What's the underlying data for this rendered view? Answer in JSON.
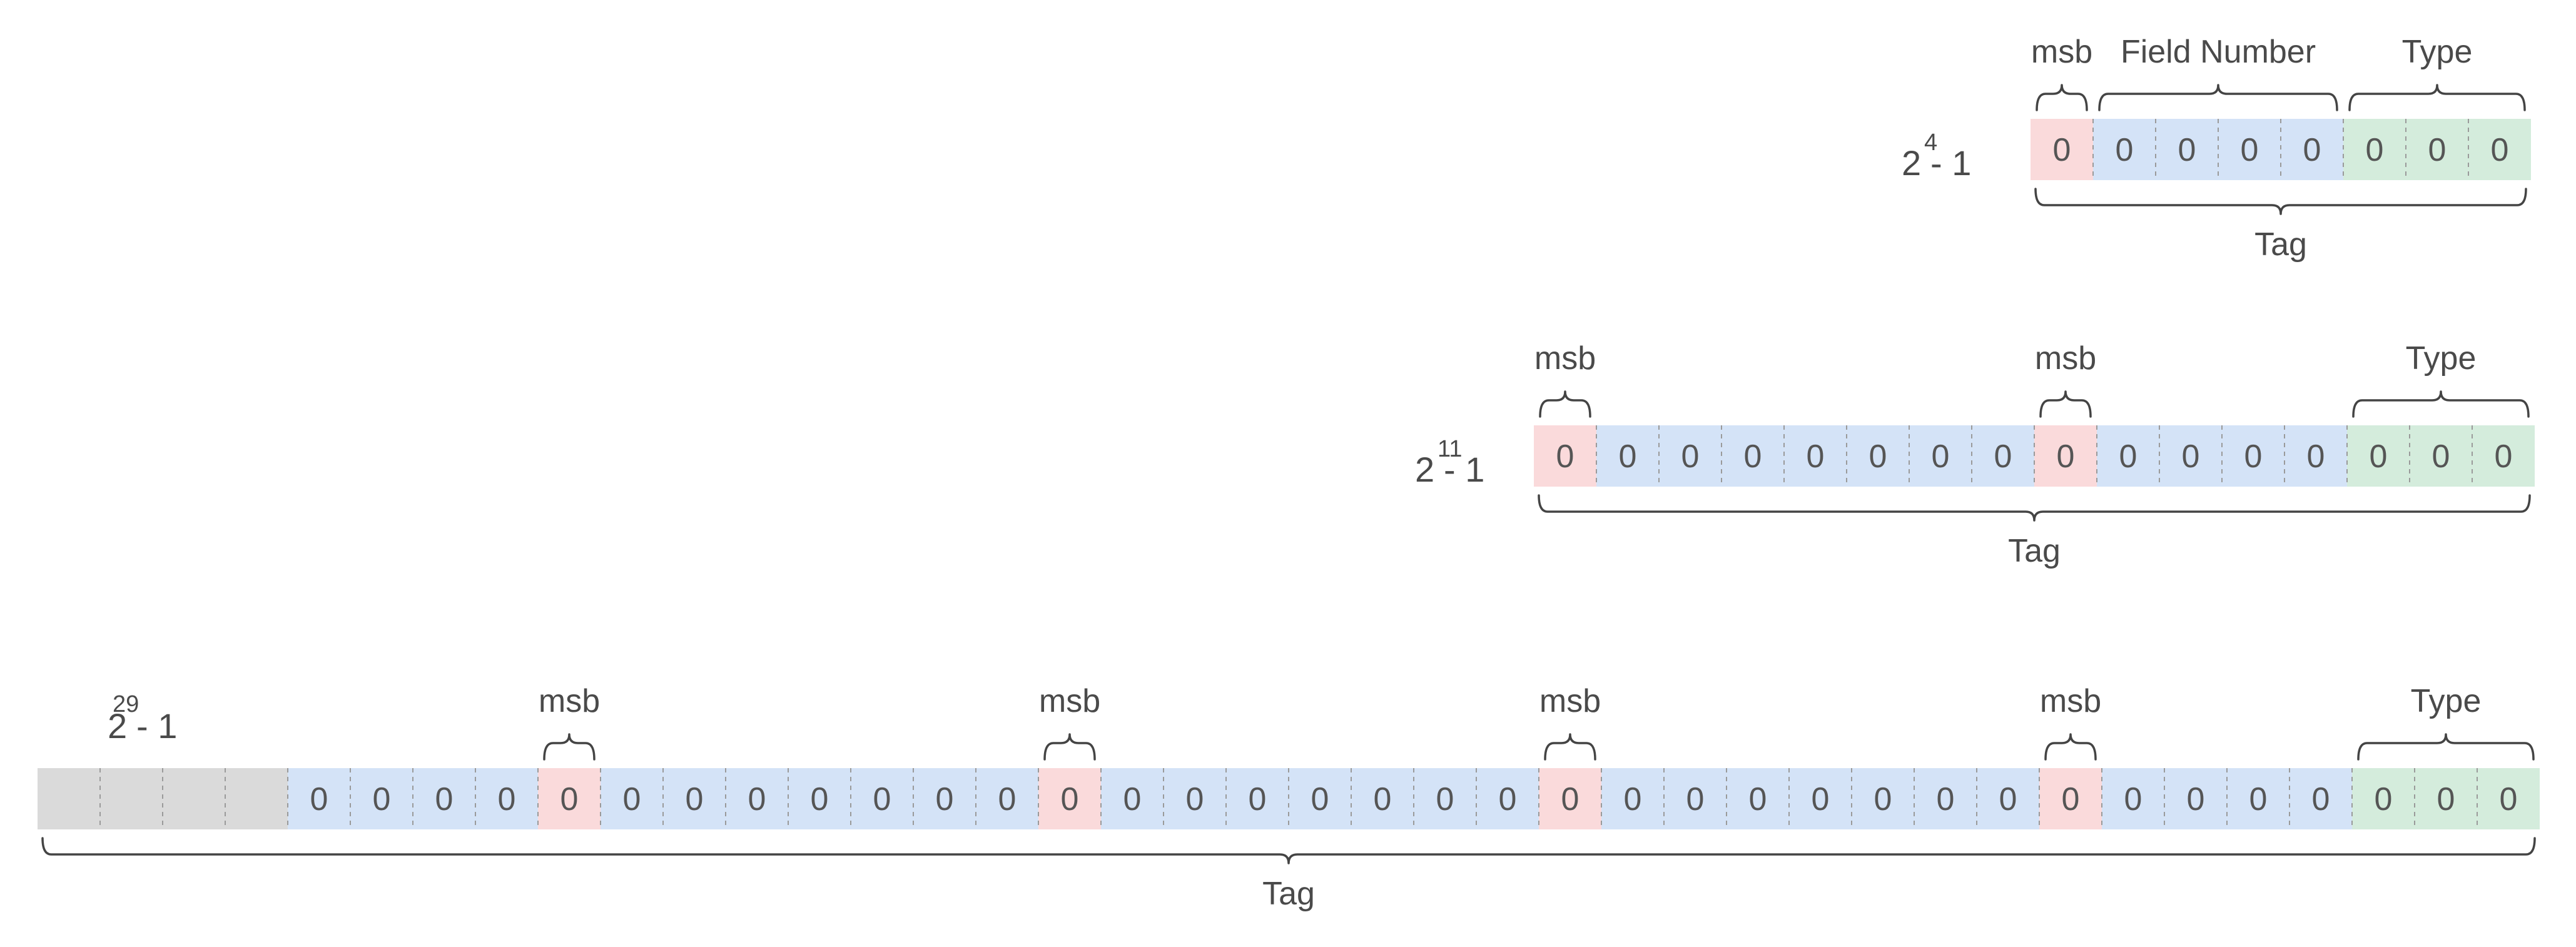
{
  "colors": {
    "msb": "#fadadb",
    "field": "#d4e3f7",
    "type": "#d4ecdc",
    "pad": "#dadada"
  },
  "rows": [
    {
      "id": "row-2pow4",
      "power": {
        "base": "2",
        "exponent": "4",
        "suffix": "- 1"
      },
      "bits": [
        {
          "kind": "msb",
          "text": "0"
        },
        {
          "kind": "field",
          "text": "0"
        },
        {
          "kind": "field",
          "text": "0"
        },
        {
          "kind": "field",
          "text": "0"
        },
        {
          "kind": "field",
          "text": "0"
        },
        {
          "kind": "type",
          "text": "0"
        },
        {
          "kind": "type",
          "text": "0"
        },
        {
          "kind": "type",
          "text": "0"
        }
      ],
      "top_labels": [
        {
          "text": "msb",
          "from": 0,
          "to": 0
        },
        {
          "text": "Field Number",
          "from": 1,
          "to": 4
        },
        {
          "text": "Type",
          "from": 5,
          "to": 7
        }
      ],
      "bottom_label": {
        "text": "Tag",
        "from": 0,
        "to": 7
      }
    },
    {
      "id": "row-2pow11",
      "power": {
        "base": "2",
        "exponent": "11",
        "suffix": "- 1"
      },
      "bits": [
        {
          "kind": "msb",
          "text": "0"
        },
        {
          "kind": "field",
          "text": "0"
        },
        {
          "kind": "field",
          "text": "0"
        },
        {
          "kind": "field",
          "text": "0"
        },
        {
          "kind": "field",
          "text": "0"
        },
        {
          "kind": "field",
          "text": "0"
        },
        {
          "kind": "field",
          "text": "0"
        },
        {
          "kind": "field",
          "text": "0"
        },
        {
          "kind": "msb",
          "text": "0"
        },
        {
          "kind": "field",
          "text": "0"
        },
        {
          "kind": "field",
          "text": "0"
        },
        {
          "kind": "field",
          "text": "0"
        },
        {
          "kind": "field",
          "text": "0"
        },
        {
          "kind": "type",
          "text": "0"
        },
        {
          "kind": "type",
          "text": "0"
        },
        {
          "kind": "type",
          "text": "0"
        }
      ],
      "top_labels": [
        {
          "text": "msb",
          "from": 0,
          "to": 0
        },
        {
          "text": "msb",
          "from": 8,
          "to": 8
        },
        {
          "text": "Type",
          "from": 13,
          "to": 15
        }
      ],
      "bottom_label": {
        "text": "Tag",
        "from": 0,
        "to": 15
      }
    },
    {
      "id": "row-2pow29",
      "power": {
        "base": "2",
        "exponent": "29",
        "suffix": "- 1"
      },
      "bits": [
        {
          "kind": "pad",
          "text": ""
        },
        {
          "kind": "pad",
          "text": ""
        },
        {
          "kind": "pad",
          "text": ""
        },
        {
          "kind": "pad",
          "text": ""
        },
        {
          "kind": "field",
          "text": "0"
        },
        {
          "kind": "field",
          "text": "0"
        },
        {
          "kind": "field",
          "text": "0"
        },
        {
          "kind": "field",
          "text": "0"
        },
        {
          "kind": "msb",
          "text": "0"
        },
        {
          "kind": "field",
          "text": "0"
        },
        {
          "kind": "field",
          "text": "0"
        },
        {
          "kind": "field",
          "text": "0"
        },
        {
          "kind": "field",
          "text": "0"
        },
        {
          "kind": "field",
          "text": "0"
        },
        {
          "kind": "field",
          "text": "0"
        },
        {
          "kind": "field",
          "text": "0"
        },
        {
          "kind": "msb",
          "text": "0"
        },
        {
          "kind": "field",
          "text": "0"
        },
        {
          "kind": "field",
          "text": "0"
        },
        {
          "kind": "field",
          "text": "0"
        },
        {
          "kind": "field",
          "text": "0"
        },
        {
          "kind": "field",
          "text": "0"
        },
        {
          "kind": "field",
          "text": "0"
        },
        {
          "kind": "field",
          "text": "0"
        },
        {
          "kind": "msb",
          "text": "0"
        },
        {
          "kind": "field",
          "text": "0"
        },
        {
          "kind": "field",
          "text": "0"
        },
        {
          "kind": "field",
          "text": "0"
        },
        {
          "kind": "field",
          "text": "0"
        },
        {
          "kind": "field",
          "text": "0"
        },
        {
          "kind": "field",
          "text": "0"
        },
        {
          "kind": "field",
          "text": "0"
        },
        {
          "kind": "msb",
          "text": "0"
        },
        {
          "kind": "field",
          "text": "0"
        },
        {
          "kind": "field",
          "text": "0"
        },
        {
          "kind": "field",
          "text": "0"
        },
        {
          "kind": "field",
          "text": "0"
        },
        {
          "kind": "type",
          "text": "0"
        },
        {
          "kind": "type",
          "text": "0"
        },
        {
          "kind": "type",
          "text": "0"
        }
      ],
      "top_labels": [
        {
          "text": "msb",
          "from": 8,
          "to": 8
        },
        {
          "text": "msb",
          "from": 16,
          "to": 16
        },
        {
          "text": "msb",
          "from": 24,
          "to": 24
        },
        {
          "text": "msb",
          "from": 32,
          "to": 32
        },
        {
          "text": "Type",
          "from": 37,
          "to": 39
        }
      ],
      "bottom_label": {
        "text": "Tag",
        "from": 0,
        "to": 39
      }
    }
  ]
}
